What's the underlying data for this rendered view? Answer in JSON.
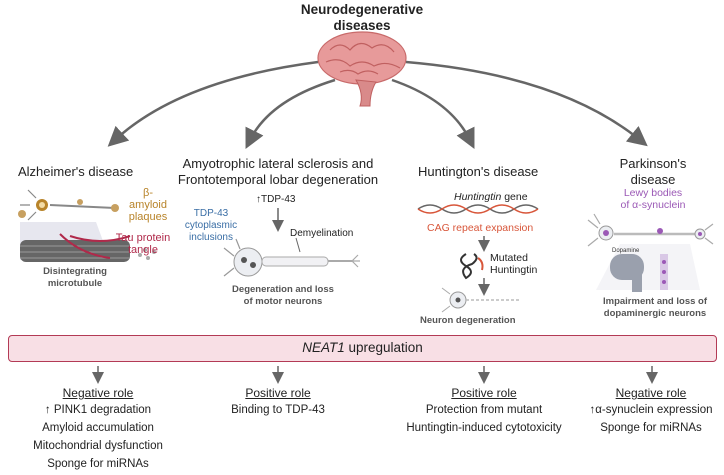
{
  "title_line1": "Neurodegenerative",
  "title_line2": "diseases",
  "diseases": {
    "alzheimers": {
      "name": "Alzheimer's disease",
      "beta_line1": "β-",
      "beta_line2": "amyloid",
      "beta_line3": "plaques",
      "tau_line1": "Tau protein",
      "tau_line2": "tangle",
      "caption_line1": "Disintegrating",
      "caption_line2": "microtubule"
    },
    "als": {
      "name_line1": "Amyotrophic lateral sclerosis and",
      "name_line2": "Frontotemporal lobar degeneration",
      "tdp_marker": "TDP-43",
      "inclusions_line1": "TDP-43",
      "inclusions_line2": "cytoplasmic",
      "inclusions_line3": "inclusions",
      "demyelination": "Demyelination",
      "caption_line1": "Degeneration and loss",
      "caption_line2": "of motor neurons"
    },
    "huntingtons": {
      "name": "Huntington's disease",
      "gene_italic": "Huntingtin",
      "gene_suffix": " gene",
      "cag": "CAG repeat expansion",
      "mutated_line1": "Mutated",
      "mutated_line2": "Huntingtin",
      "caption": "Neuron degeneration"
    },
    "parkinsons": {
      "name_line1": "Parkinson's",
      "name_line2": "disease",
      "lewy_line1": "Lewy bodies",
      "lewy_line2": "of α-synuclein",
      "dopamine": "Dopamine",
      "caption_line1": "Impairment and loss of",
      "caption_line2": "dopaminergic neurons"
    }
  },
  "neat1": {
    "italic": "NEAT1",
    "rest": " upregulation"
  },
  "roles": [
    {
      "title": "Negative role",
      "items": [
        "PINK1 degradation",
        "Amyloid accumulation",
        "Mitochondrial dysfunction",
        "Sponge for miRNAs"
      ]
    },
    {
      "title": "Positive role",
      "items": [
        "Binding to TDP-43"
      ]
    },
    {
      "title": "Positive role",
      "items": [
        "Protection from mutant",
        "Huntingtin-induced cytotoxicity"
      ]
    },
    {
      "title": "Negative role",
      "items": [
        "α-synuclein expression",
        "Sponge for miRNAs"
      ]
    }
  ],
  "colors": {
    "banner_fill": "#f8dfe5",
    "banner_border": "#b33a55",
    "arrow": "#666666",
    "brain": "#e79a9a"
  }
}
